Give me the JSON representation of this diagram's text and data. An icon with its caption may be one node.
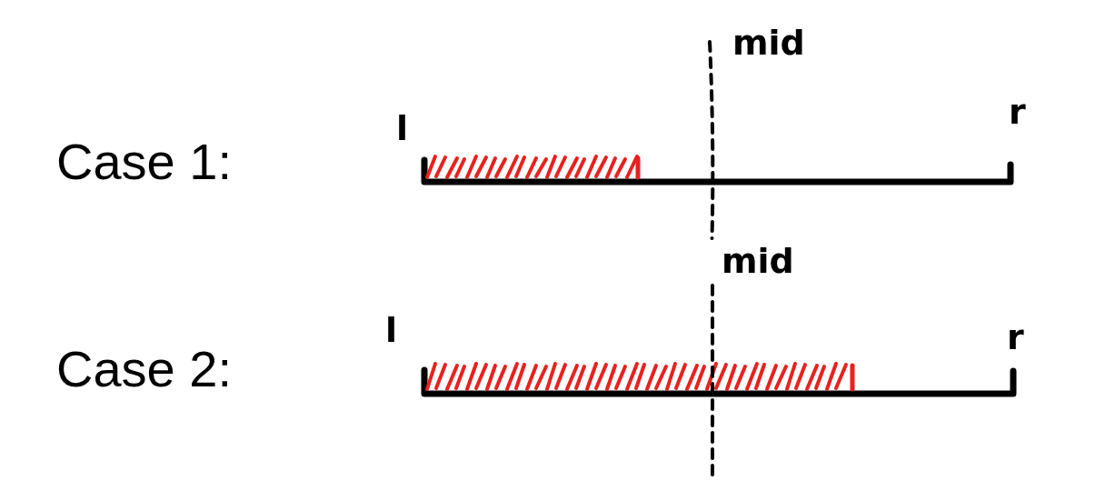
{
  "diagram": {
    "labels": [
      "Case 1:",
      "l",
      "mid",
      "r",
      "Case 2:",
      "l",
      "mid",
      "r"
    ]
  }
}
